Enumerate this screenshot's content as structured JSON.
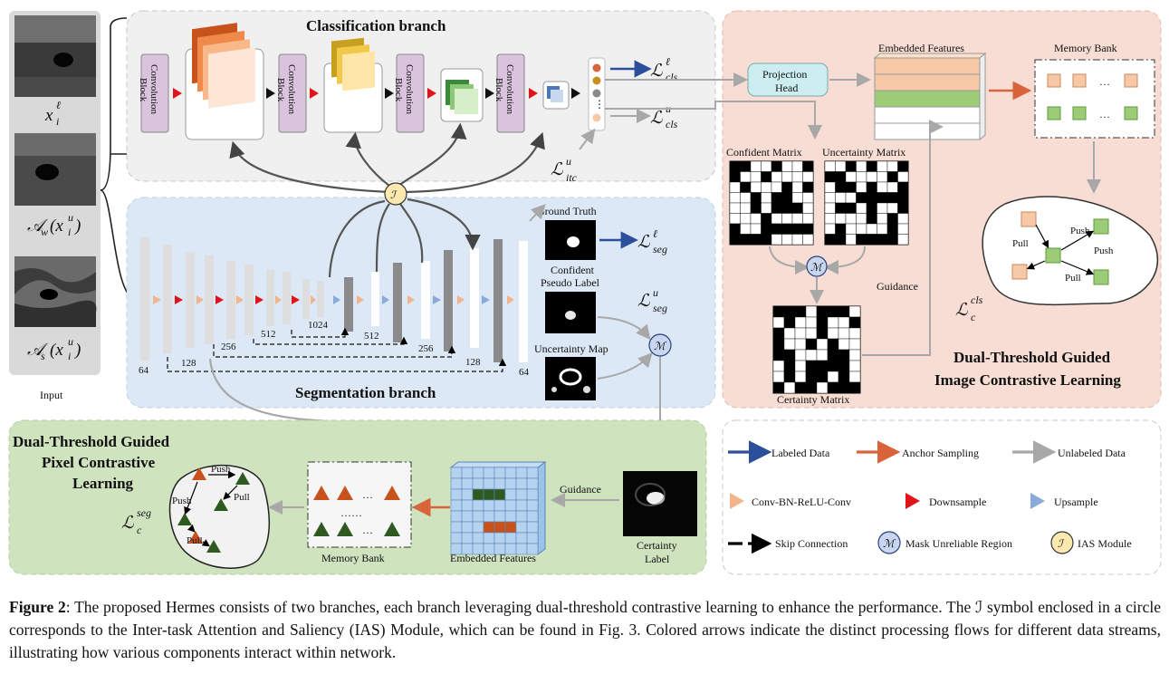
{
  "input": {
    "x_label": "x",
    "x_sub": "i",
    "x_sup": "ℓ",
    "aw_label": "𝒜",
    "aw_sub": "w",
    "aw_arg": "(x",
    "aw_arg_sub": "i",
    "aw_arg_sup": "u",
    "aw_close": ")",
    "as_label": "𝒜",
    "as_sub": "s",
    "as_arg": "(x",
    "as_arg_sub": "i",
    "as_arg_sup": "u",
    "as_close": ")",
    "title": "Input"
  },
  "classification": {
    "title": "Classification branch",
    "conv_block": [
      "Convolution",
      "Block"
    ],
    "loss_cls_l": "ℒ",
    "loss_cls_l_sub": "cls",
    "loss_cls_l_sup": "ℓ",
    "loss_cls_u": "ℒ",
    "loss_cls_u_sub": "cls",
    "loss_cls_u_sup": "u",
    "loss_itc": "ℒ",
    "loss_itc_sub": "itc",
    "loss_itc_sup": "u"
  },
  "segmentation": {
    "title": "Segmentation branch",
    "enc_channels": [
      "64",
      "128",
      "256",
      "512",
      "1024"
    ],
    "dec_channels": [
      "512",
      "256",
      "128",
      "64"
    ],
    "ground_truth": "Ground Truth",
    "confident_pseudo": [
      "Confident",
      "Pseudo Label"
    ],
    "uncertainty_map": "Uncertainty Map",
    "loss_seg_l": "ℒ",
    "loss_seg_l_sub": "seg",
    "loss_seg_l_sup": "ℓ",
    "loss_seg_u": "ℒ",
    "loss_seg_u_sub": "seg",
    "loss_seg_u_sup": "u"
  },
  "image_contrast": {
    "projection_head": [
      "Projection",
      "Head"
    ],
    "embedded_features": "Embedded Features",
    "memory_bank": "Memory Bank",
    "confident_matrix": "Confident Matrix",
    "uncertainty_matrix": "Uncertainty Matrix",
    "certainty_matrix": "Certainty Matrix",
    "guidance": "Guidance",
    "push": "Push",
    "pull": "Pull",
    "loss": "ℒ",
    "loss_sub": "c",
    "loss_sup": "cls",
    "title": [
      "Dual-Threshold Guided",
      "Image Contrastive Learning"
    ],
    "ellipsis": "…"
  },
  "pixel_contrast": {
    "title": [
      "Dual-Threshold Guided",
      "Pixel Contrastive",
      "Learning"
    ],
    "loss": "ℒ",
    "loss_sub": "c",
    "loss_sup": "seg",
    "push": "Push",
    "pull": "Pull",
    "memory_bank": "Memory Bank",
    "embedded_features": "Embedded Features",
    "certainty_label": [
      "Certainty",
      "Label"
    ],
    "guidance": "Guidance",
    "ellipsis": "…",
    "dots": "……"
  },
  "legend": {
    "labeled": "Labeled Data",
    "anchor": "Anchor Sampling",
    "unlabeled": "Unlabeled Data",
    "conv": "Conv-BN-ReLU-Conv",
    "down": "Downsample",
    "up": "Upsample",
    "skip": "Skip Connection",
    "mask": "Mask Unreliable Region",
    "ias": "IAS Module",
    "m_symbol": "ℳ",
    "i_symbol": "ℐ"
  },
  "caption": {
    "label": "Figure 2",
    "text": ": The proposed Hermes consists of two branches, each branch leveraging dual-threshold contrastive learning to enhance the performance. The ℐ symbol enclosed in a circle corresponds to the Inter-task Attention and Saliency (IAS) Module, which can be found in Fig. 3. Colored arrows indicate the distinct processing flows for different data streams, illustrating how various components interact within network."
  },
  "colors": {
    "labeled": "#2b4f9a",
    "anchor": "#d9633a",
    "unlabeled": "#a8a8a8",
    "down": "#e0141a",
    "up": "#8aaad8",
    "conv": "#f2b48a",
    "conv_block": "#d9c3dd",
    "panel_cls": "#f0f0f0",
    "panel_seg": "#dce8f5",
    "panel_img": "#f7ddd3",
    "panel_pix": "#cfe3bf",
    "feature_orange": "#f6c8a6",
    "feature_green": "#9ccc78",
    "proj_head": "#cdeef0"
  }
}
